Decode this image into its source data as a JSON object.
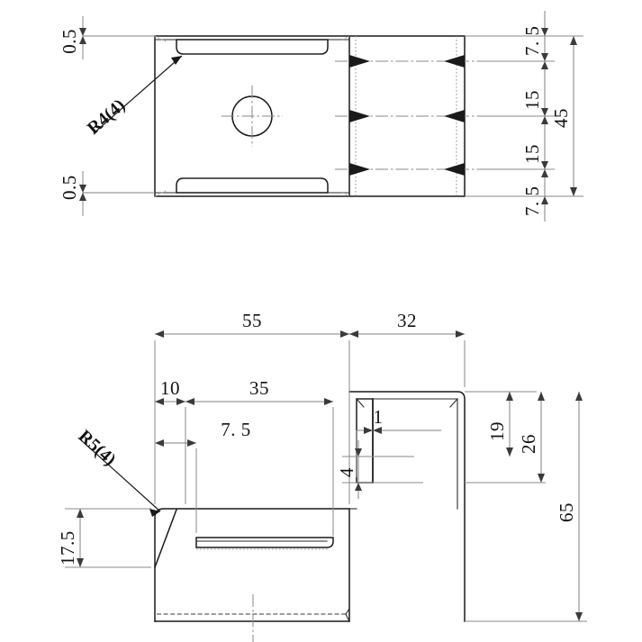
{
  "drawing": {
    "title": "Sheet metal bracket orthographic drawing",
    "units": "mm",
    "line_color": "#1a1a1a",
    "dim_color": "#808080",
    "background": "#ffffff"
  },
  "top_view": {
    "name": "plan-view",
    "dimensions": {
      "left_top_offset": "0.5",
      "left_bottom_offset": "0.5",
      "radius_note": "R4(4)",
      "right_stack": [
        "7.5",
        "15",
        "15",
        "7.5"
      ],
      "overall_height": "45"
    }
  },
  "front_view": {
    "name": "front-elevation",
    "dimensions": {
      "overall_left_width": "55",
      "right_width": "32",
      "inner_left": "10",
      "inner_span": "35",
      "slot_offset": "7.5",
      "radius_note": "R5(4)",
      "left_height": "17.5",
      "wall_thickness": "1",
      "hook_gap": "4",
      "hook_height": "19",
      "flange_height": "26",
      "overall_height": "65"
    }
  },
  "labels": {
    "d_0_5_top": "0.5",
    "d_0_5_bottom": "0.5",
    "d_r4": "R4(4)",
    "d_7_5_a": "7. 5",
    "d_15_a": "15",
    "d_15_b": "15",
    "d_7_5_b": "7. 5",
    "d_45": "45",
    "d_55": "55",
    "d_32": "32",
    "d_10": "10",
    "d_35": "35",
    "d_7_5_c": "7. 5",
    "d_r5": "R5(4)",
    "d_17_5": "17.5",
    "d_1": "1",
    "d_4": "4",
    "d_19": "19",
    "d_26": "26",
    "d_65": "65"
  }
}
